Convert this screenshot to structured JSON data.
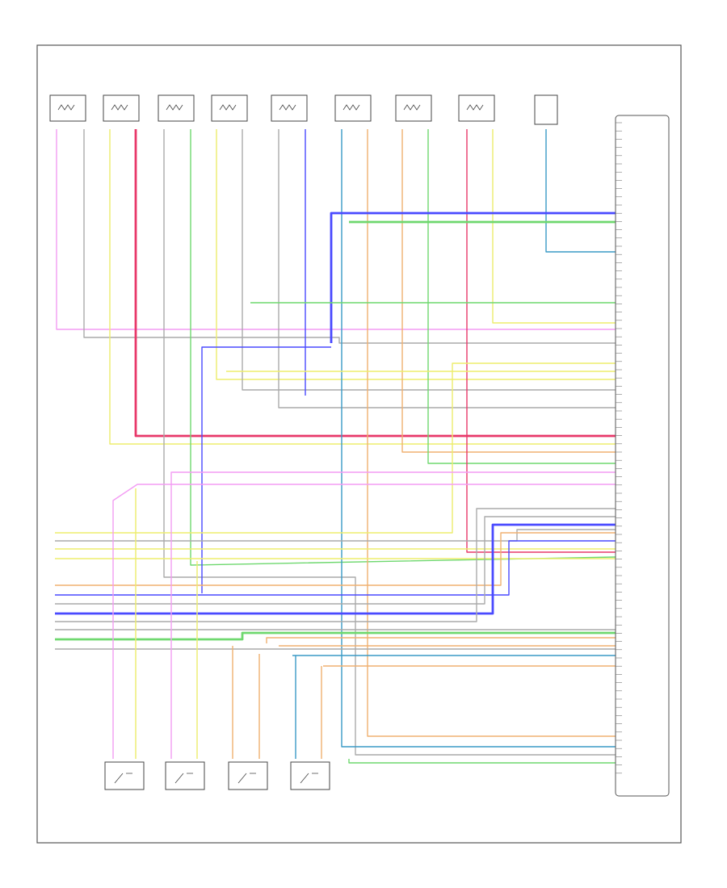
{
  "diagram": {
    "footer_code": "",
    "top_components": [
      {
        "id": "t1",
        "label": "",
        "wire_colors": [
          "#f39cf3",
          "#bbbbbb"
        ]
      },
      {
        "id": "t2",
        "label": "",
        "wire_colors": [
          "#6f6fff",
          "#e43b3b"
        ]
      },
      {
        "id": "t3",
        "label": "",
        "wire_colors": [
          "#888888",
          "#8ddd8d"
        ]
      },
      {
        "id": "t4",
        "label": "",
        "wire_colors": [
          "#eded6d",
          "#999999"
        ]
      },
      {
        "id": "t5",
        "label": "",
        "wire_colors": [
          "#bbbbbb",
          "#6f6fff"
        ]
      },
      {
        "id": "t6",
        "label": "",
        "wire_colors": [
          "#5ab3d8",
          "#f0c28e"
        ]
      },
      {
        "id": "t7",
        "label": "",
        "wire_colors": [
          "#f0b070",
          "#8ddd8d"
        ]
      },
      {
        "id": "t8",
        "label": "",
        "wire_colors": [
          "#f06c8c",
          "#eded6d"
        ]
      },
      {
        "id": "t9",
        "label": "",
        "wire_colors": [
          "#3a9ac6"
        ]
      }
    ],
    "bottom_components": [
      {
        "id": "b1",
        "label": "",
        "wire_colors": [
          "#e766e7",
          "#eded6d"
        ]
      },
      {
        "id": "b2",
        "label": "",
        "wire_colors": [
          "#e766e7",
          "#eded6d"
        ]
      },
      {
        "id": "b3",
        "label": "",
        "wire_colors": [
          "#f0b070",
          "#f0b070"
        ]
      },
      {
        "id": "b4",
        "label": "",
        "wire_colors": [
          "#3a9ac6",
          "#f0b070"
        ]
      }
    ],
    "module": {
      "label": "",
      "pin_count": 80
    },
    "colors": {
      "pink": "#f39cf3",
      "blue": "#4a4aff",
      "red": "#e8386a",
      "green": "#6fd86f",
      "yellow": "#eded6d",
      "gray": "#aaaaaa",
      "orange": "#f0b070",
      "cyan": "#3a9ac6"
    }
  }
}
